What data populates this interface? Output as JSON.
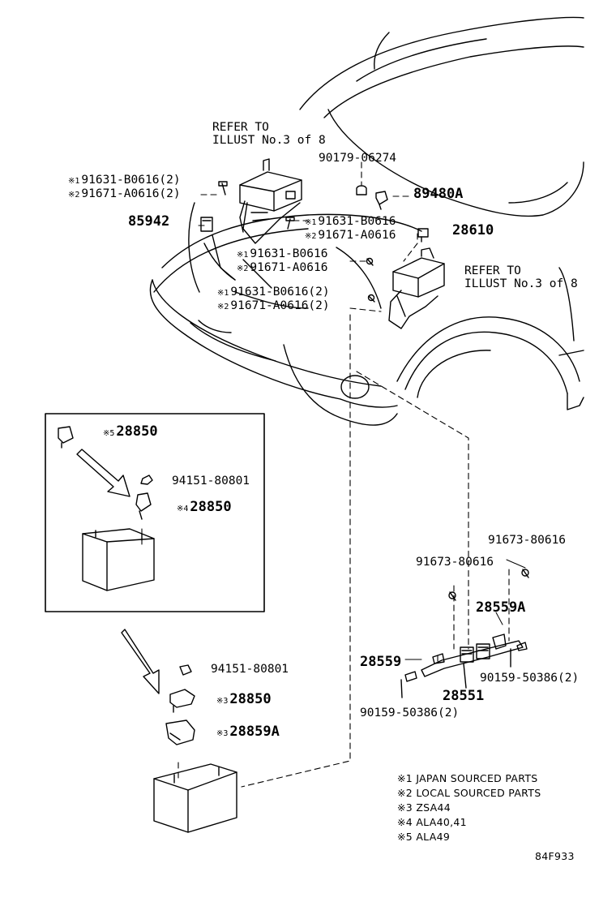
{
  "refs": {
    "ref_upper": [
      "REFER TO",
      "ILLUST No.3 of 8"
    ],
    "ref_right": [
      "REFER TO",
      "ILLUST No.3 of 8"
    ]
  },
  "marks": {
    "m1": "※1",
    "m2": "※2",
    "m3": "※3",
    "m4": "※4",
    "m5": "※5"
  },
  "parts": {
    "p90179": "90179-06274",
    "p89480A": "89480A",
    "p91631_left": "91631-B0616(2)",
    "p91671_left": "91671-A0616(2)",
    "p85942": "85942",
    "p91631_mid": "91631-B0616",
    "p91671_mid": "91671-A0616",
    "p28610": "28610",
    "p91631_a": "91631-B0616",
    "p91671_a": "91671-A0616",
    "p91631_b": "91631-B0616(2)",
    "p91671_b": "91671-A0616(2)",
    "p28850_inset_top": "28850",
    "p94151_inset": "94151-80801",
    "p28850_inset_mid": "28850",
    "p94151_lower": "94151-80801",
    "p28850_lower": "28850",
    "p28859A": "28859A",
    "p91673_right": "91673-80616",
    "p91673_left": "91673-80616",
    "p28559A": "28559A",
    "p28559": "28559",
    "p90159_right": "90159-50386(2)",
    "p28551": "28551",
    "p90159_left": "90159-50386(2)"
  },
  "legend": [
    {
      "mark": "※1",
      "text": "JAPAN SOURCED PARTS"
    },
    {
      "mark": "※2",
      "text": "LOCAL SOURCED PARTS"
    },
    {
      "mark": "※3",
      "text": "ZSA44"
    },
    {
      "mark": "※4",
      "text": "ALA40,41"
    },
    {
      "mark": "※5",
      "text": "ALA49"
    }
  ],
  "figure_code": "84F933"
}
